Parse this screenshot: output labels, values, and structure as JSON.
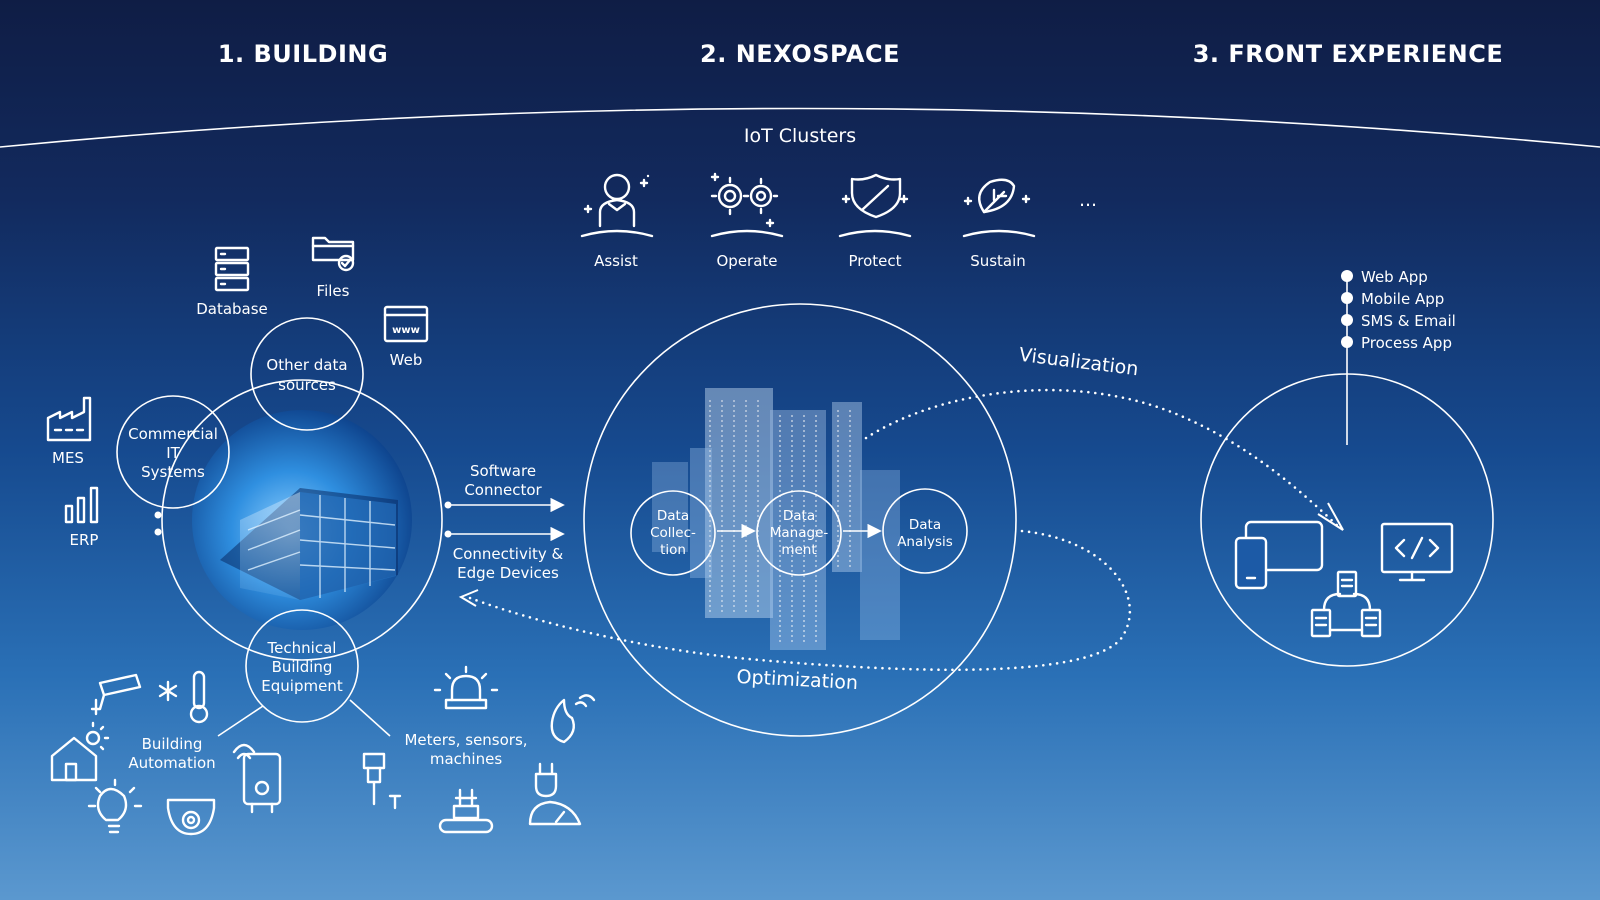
{
  "headers": {
    "building": "1. BUILDING",
    "nexospace": "2. NEXOSPACE",
    "front": "3. FRONT EXPERIENCE"
  },
  "iot_clusters": {
    "title": "IoT Clusters",
    "items": [
      "Assist",
      "Operate",
      "Protect",
      "Sustain"
    ],
    "more": "..."
  },
  "building": {
    "sources": {
      "database": "Database",
      "files": "Files",
      "web": "Web",
      "mes": "MES",
      "erp": "ERP"
    },
    "other_data_sources": [
      "Other data",
      "sources"
    ],
    "commercial_it": [
      "Commercial",
      "IT",
      "Systems"
    ],
    "technical": [
      "Technical",
      "Building",
      "Equipment"
    ],
    "building_automation": [
      "Building",
      "Automation"
    ],
    "meters": [
      "Meters, sensors,",
      "machines"
    ]
  },
  "connectors": {
    "software": [
      "Software",
      "Connector"
    ],
    "edge": [
      "Connectivity &",
      "Edge Devices"
    ]
  },
  "nexospace": {
    "data_collection": [
      "Data",
      "Collec-",
      "tion"
    ],
    "data_management": [
      "Data",
      "Manage-",
      "ment"
    ],
    "data_analysis": [
      "Data",
      "Analysis"
    ],
    "visualization": "Visualization",
    "optimization": "Optimization"
  },
  "front": {
    "apps": [
      "Web App",
      "Mobile App",
      "SMS & Email",
      "Process App"
    ]
  },
  "colors": {
    "accent_node": "#0f76bd",
    "background_top": "#0f1d45",
    "background_bottom": "#5b98cf"
  }
}
